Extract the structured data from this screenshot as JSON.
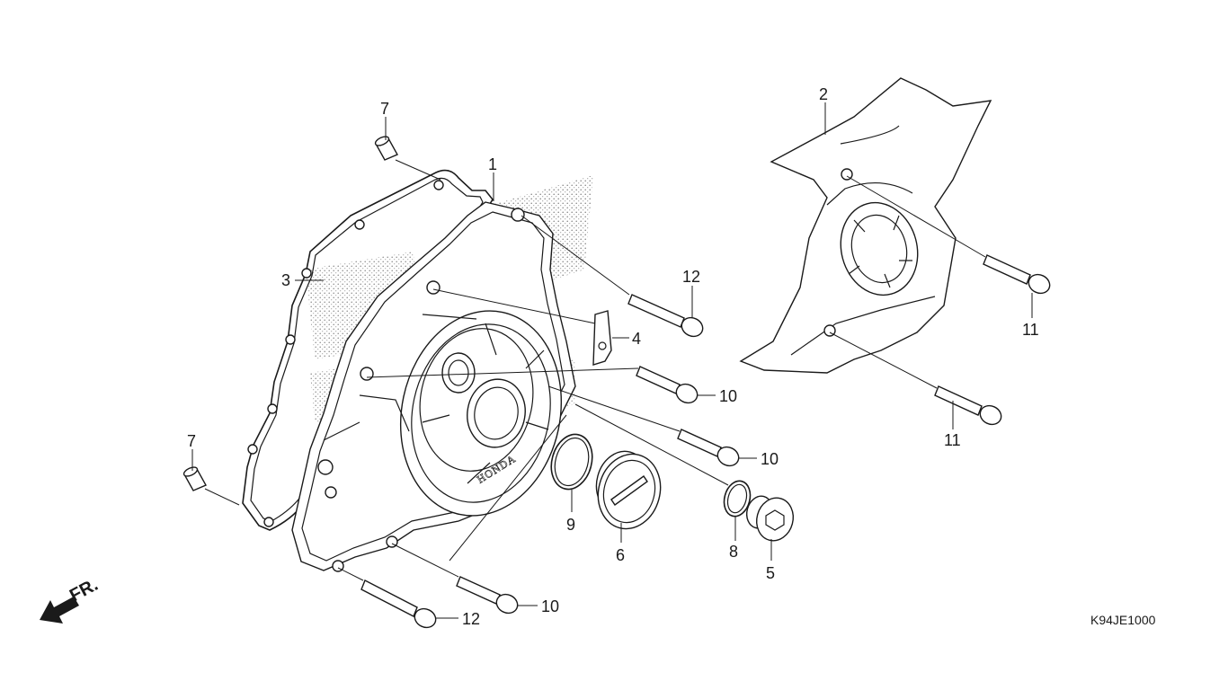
{
  "diagram": {
    "code": "K94JE1000",
    "direction_label": "FR.",
    "brand_marking": "HONDA",
    "callouts": [
      {
        "id": "c1",
        "text": "1"
      },
      {
        "id": "c2",
        "text": "2"
      },
      {
        "id": "c3",
        "text": "3"
      },
      {
        "id": "c4",
        "text": "4"
      },
      {
        "id": "c5",
        "text": "5"
      },
      {
        "id": "c6",
        "text": "6"
      },
      {
        "id": "c7a",
        "text": "7"
      },
      {
        "id": "c7b",
        "text": "7"
      },
      {
        "id": "c8",
        "text": "8"
      },
      {
        "id": "c9",
        "text": "9"
      },
      {
        "id": "c10a",
        "text": "10"
      },
      {
        "id": "c10b",
        "text": "10"
      },
      {
        "id": "c10c",
        "text": "10"
      },
      {
        "id": "c11a",
        "text": "11"
      },
      {
        "id": "c11b",
        "text": "11"
      },
      {
        "id": "c12a",
        "text": "12"
      },
      {
        "id": "c12b",
        "text": "12"
      }
    ]
  }
}
